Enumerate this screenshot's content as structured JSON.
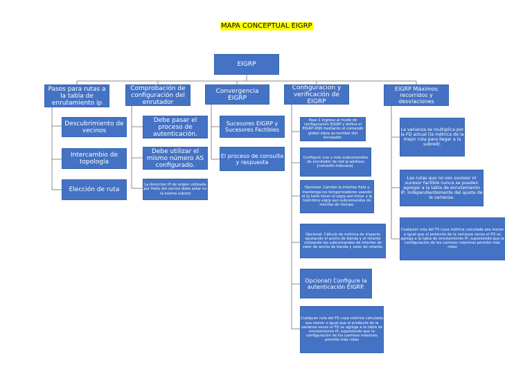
{
  "title": "MAPA CONCEPTUAL EIGRP",
  "root": "EIGRP",
  "col1": {
    "header": "Pasos para rutas a la tabla de enrutamiento ip",
    "items": [
      "Descubrimiento de vecinos",
      "Intercambio de topología",
      "Elección de ruta"
    ]
  },
  "col2": {
    "header": "Comprobación de configuración del enrutador",
    "items": [
      "Debe pasar el proceso de autenticación.",
      "Debe utilizar el mismo número AS configurado.",
      "La dirección IP de origen utilizada por Hello del vecino debe estar en la misma subred"
    ]
  },
  "col3": {
    "header": "Convergencia EIGRP",
    "items": [
      "Sucesores EIGRP y Sucesores Factibles",
      "El proceso de consulta y respuesta"
    ]
  },
  "col4": {
    "header": "Configuración y verificación de EIGRP",
    "items": [
      "Paso 1 Ingrese al modo de configuración EIGRP y defina el EIGRP ASN mediante el comando global eigrp as-number del enrutador.",
      "Configure una o más subcomandos de enrutador de red ip-address [comodín-máscara].",
      "Opcional: Cambie la interfaz Hola y mantenga los temporizadores usando el ip hello-timer el eigrp asn timer y ip hold-time eigrp asn subcomandos de interfaz de tiempo.",
      "Opcional: Cálculo de métrica de impacto ajustando el ancho de banda y el retardo utilizando los subcomandos de interfaz de valor de ancho de banda y valor de retardo.",
      "Opcional) Configure la autenticación EIGRP.",
      "Cualquier ruta del FS cuya métrica calculada sea menor o igual que el producto de la varianza veces el FD se agrega a la tabla de enrutamiento IP, suponiendo que la configuración de los caminos máximos permite más rutas"
    ]
  },
  "col5": {
    "header": "EIGRP Máximos recorridos y desviaciones",
    "items": [
      "La varianza se multiplica por la FD actual (la métrica de la mejor ruta para llegar a la subred).",
      "Las rutas que no son sucesor ni sucesor factible nunca se pueden agregar a la tabla de enrutamiento IP, independientemente del ajuste de la varianza.",
      "Cualquier ruta del FS cuya métrica calculada sea menor o igual que el producto de la varianza veces el FD se agrega a la tabla de enrutamiento IP, suponiendo que la configuración de los caminos máximos permite más rutas"
    ]
  }
}
